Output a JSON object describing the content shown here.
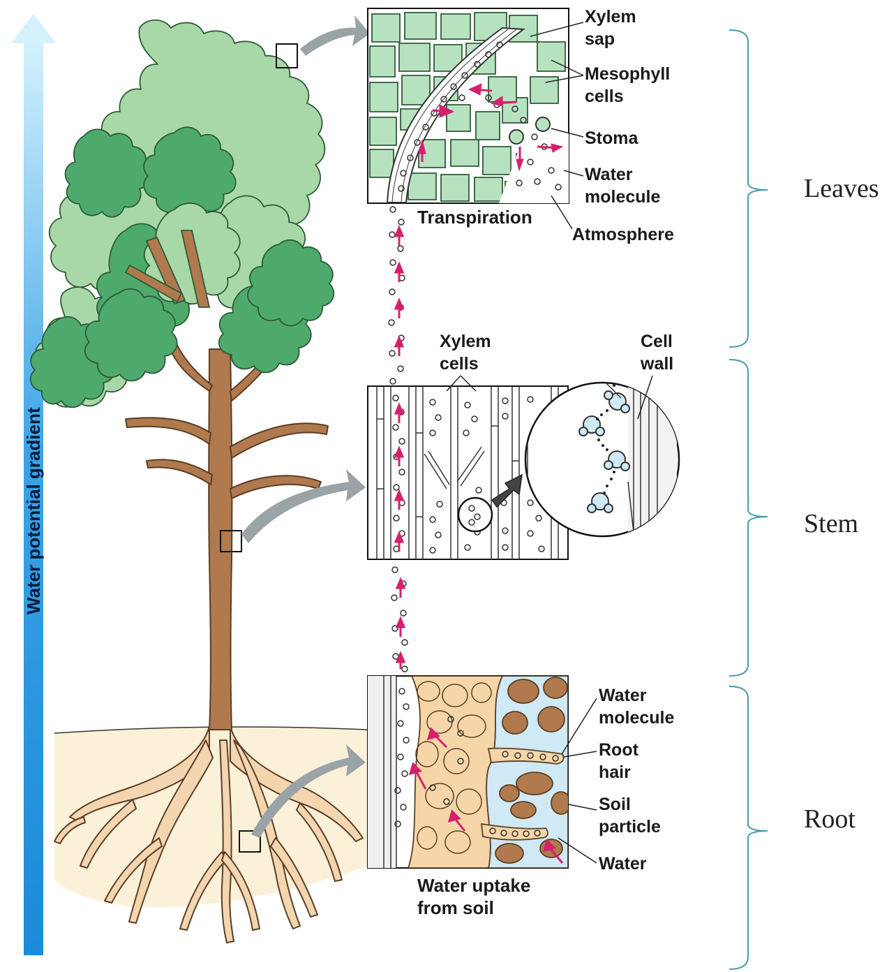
{
  "gradient_label": "Water potential gradient",
  "leaves_panel": {
    "labels": {
      "xylem_sap": [
        "Xylem",
        "sap"
      ],
      "mesophyll": [
        "Mesophyll",
        "cells"
      ],
      "stoma": "Stoma",
      "water_molecule": [
        "Water",
        "molecule"
      ],
      "atmosphere": "Atmosphere"
    },
    "caption": "Transpiration"
  },
  "stem_panel": {
    "labels": {
      "xylem_cells": [
        "Xylem",
        "cells"
      ],
      "cell_wall": [
        "Cell",
        "wall"
      ]
    }
  },
  "root_panel": {
    "labels": {
      "water_molecule": [
        "Water",
        "molecule"
      ],
      "root_hair": [
        "Root",
        "hair"
      ],
      "soil_particle": [
        "Soil",
        "particle"
      ],
      "water": "Water"
    },
    "caption": [
      "Water uptake",
      "from soil"
    ]
  },
  "regions": {
    "leaves": "Leaves",
    "stem": "Stem",
    "root": "Root"
  },
  "colors": {
    "leaf_light": "#a8d8a8",
    "leaf_dark": "#4daa6c",
    "trunk": "#b07a4e",
    "gradient_top": "#cdeefb",
    "gradient_bottom": "#1b8ad8",
    "arrow": "#d6206e",
    "bracket": "#4a9bb0",
    "soil": "#fbf1d8",
    "soil_particle": "#b07a4e",
    "cortex": "#f6d6a8",
    "water_blue": "#cfe9f5",
    "cell_green": "#b7e2c0"
  }
}
